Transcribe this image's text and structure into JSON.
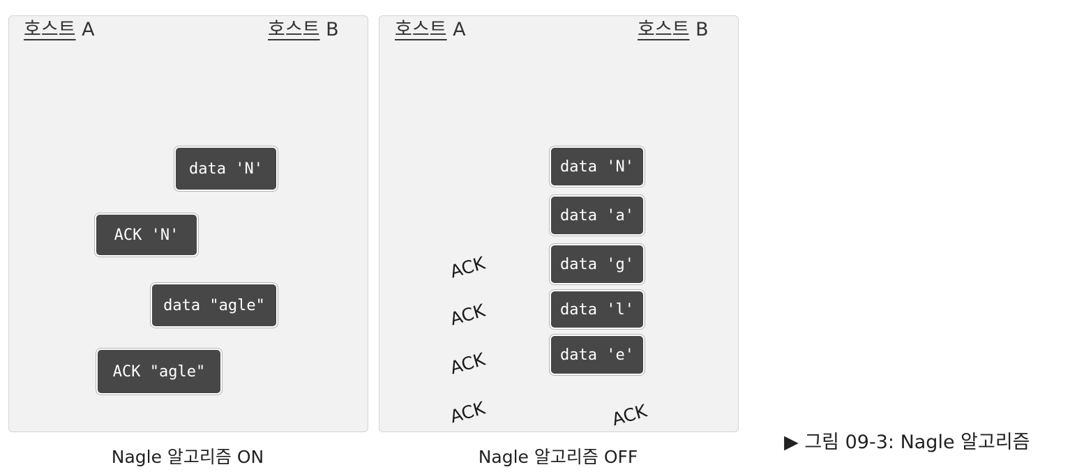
{
  "panels": [
    {
      "host_a": "호스트",
      "host_a_suffix": "A",
      "host_b": "호스트",
      "host_b_suffix": "B",
      "caption": "Nagle 알고리즘 ON",
      "messages": [
        "data 'N'",
        "ACK 'N'",
        "data \"agle\"",
        "ACK \"agle\""
      ]
    },
    {
      "host_a": "호스트",
      "host_a_suffix": "A",
      "host_b": "호스트",
      "host_b_suffix": "B",
      "caption": "Nagle 알고리즘 OFF",
      "messages": [
        "data 'N'",
        "data 'a'",
        "data 'g'",
        "data 'l'",
        "data 'e'"
      ],
      "acks": [
        "ACK",
        "ACK",
        "ACK",
        "ACK",
        "ACK"
      ]
    }
  ],
  "figure_caption": "▶ 그림 09-3: Nagle 알고리즘",
  "colors": {
    "panel_bg": "#f2f2f2",
    "box_fill": "#474747",
    "timeline": "#8a8a8a",
    "arrow": "#b0b0b0"
  }
}
